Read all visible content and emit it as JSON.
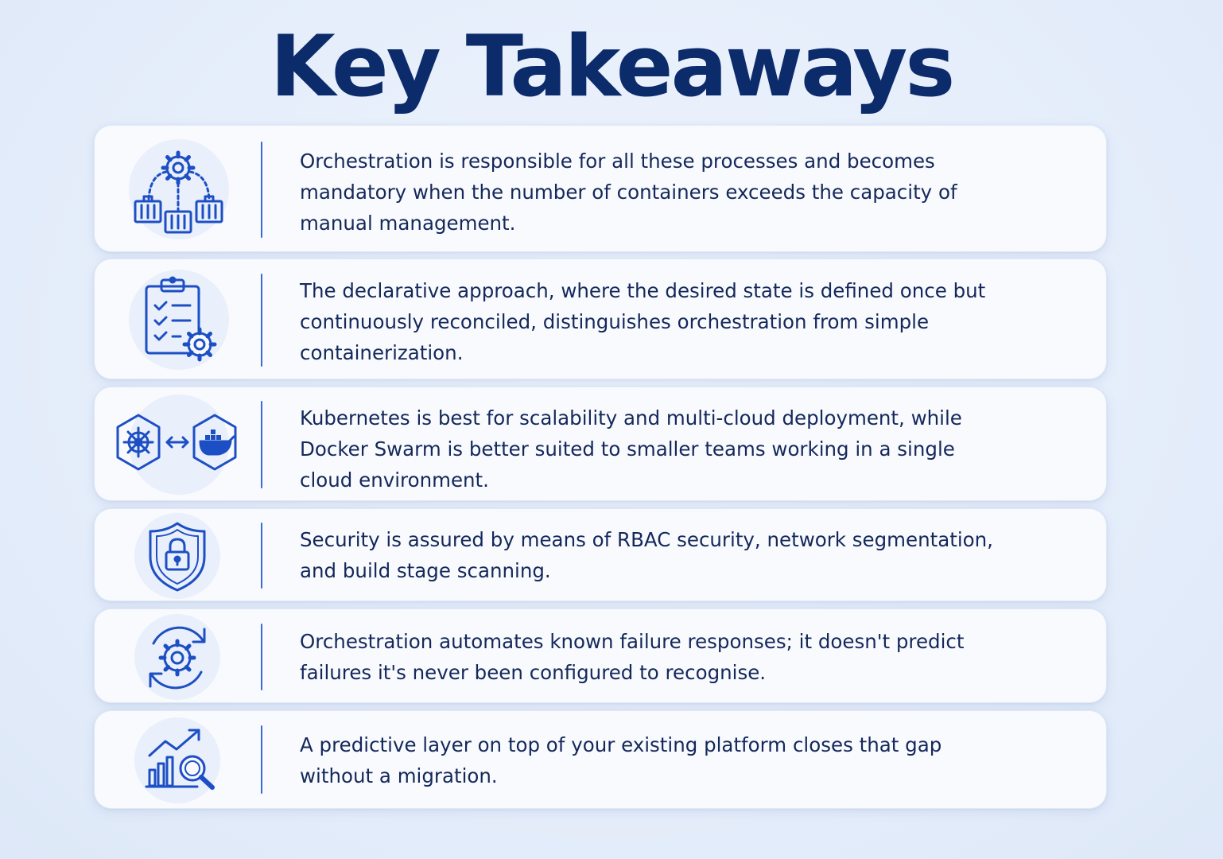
{
  "title": "Key Takeaways",
  "takeaways": [
    {
      "icon": "container-orchestration-icon",
      "text": "Orchestration is responsible for all these processes and becomes mandatory when the number of containers exceeds the capacity of manual management."
    },
    {
      "icon": "checklist-gear-icon",
      "text": "The declarative approach, where the desired state is defined once but continuously reconciled, distinguishes orchestration from simple containerization."
    },
    {
      "icon": "kubernetes-docker-icon",
      "text": "Kubernetes is best for scalability and multi-cloud deployment, while Docker Swarm is better suited to smaller teams working in a single cloud environment."
    },
    {
      "icon": "shield-lock-icon",
      "text": "Security is assured by means of RBAC security, network segmentation, and build stage scanning."
    },
    {
      "icon": "gear-cycle-icon",
      "text": "Orchestration automates known failure responses; it doesn't predict failures it's never been configured to recognise."
    },
    {
      "icon": "chart-magnifier-icon",
      "text": "A predictive layer on top of your existing platform closes that gap without a migration."
    }
  ],
  "colors": {
    "title": "#0c2b6b",
    "icon_stroke": "#1d4fc4",
    "divider": "#3a6ad8",
    "text": "#14285a"
  }
}
